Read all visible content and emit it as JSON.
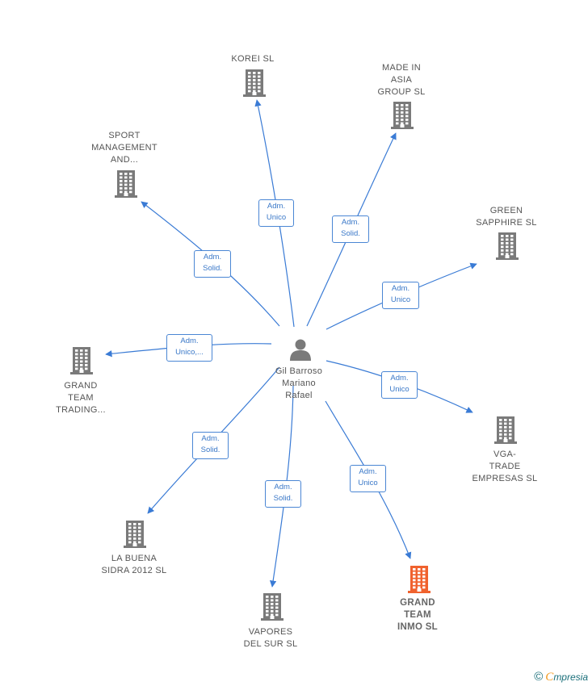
{
  "center": {
    "name_lines": [
      "Gil Barroso",
      "Mariano",
      "Rafael"
    ],
    "icon": "person-icon"
  },
  "companies": [
    {
      "id": "korei",
      "name_lines": [
        "KOREI SL"
      ],
      "icon": "building-icon",
      "highlight": false
    },
    {
      "id": "made-in-asia",
      "name_lines": [
        "MADE IN",
        "ASIA",
        "GROUP  SL"
      ],
      "icon": "building-icon",
      "highlight": false
    },
    {
      "id": "sport-management",
      "name_lines": [
        "SPORT",
        "MANAGEMENT",
        "AND..."
      ],
      "icon": "building-icon",
      "highlight": false
    },
    {
      "id": "green-sapphire",
      "name_lines": [
        "GREEN",
        "SAPPHIRE SL"
      ],
      "icon": "building-icon",
      "highlight": false
    },
    {
      "id": "grand-team-trading",
      "name_lines": [
        "GRAND",
        "TEAM",
        "TRADING..."
      ],
      "icon": "building-icon",
      "highlight": false
    },
    {
      "id": "vga-trade",
      "name_lines": [
        "VGA-",
        "TRADE",
        "EMPRESAS SL"
      ],
      "icon": "building-icon",
      "highlight": false
    },
    {
      "id": "la-buena-sidra",
      "name_lines": [
        "LA BUENA",
        "SIDRA 2012 SL"
      ],
      "icon": "building-icon",
      "highlight": false
    },
    {
      "id": "vapores-del-sur",
      "name_lines": [
        "VAPORES",
        "DEL SUR SL"
      ],
      "icon": "building-icon",
      "highlight": false
    },
    {
      "id": "grand-team-inmo",
      "name_lines": [
        "GRAND",
        "TEAM",
        "INMO  SL"
      ],
      "icon": "building-icon",
      "highlight": true
    }
  ],
  "edges": [
    {
      "to": "korei",
      "label_lines": [
        "Adm.",
        "Unico"
      ]
    },
    {
      "to": "made-in-asia",
      "label_lines": [
        "Adm.",
        "Solid."
      ]
    },
    {
      "to": "sport-management",
      "label_lines": [
        "Adm.",
        "Solid."
      ]
    },
    {
      "to": "green-sapphire",
      "label_lines": [
        "Adm.",
        "Unico"
      ]
    },
    {
      "to": "grand-team-trading",
      "label_lines": [
        "Adm.",
        "Unico,..."
      ]
    },
    {
      "to": "vga-trade",
      "label_lines": [
        "Adm.",
        "Unico"
      ]
    },
    {
      "to": "la-buena-sidra",
      "label_lines": [
        "Adm.",
        "Solid."
      ]
    },
    {
      "to": "vapores-del-sur",
      "label_lines": [
        "Adm.",
        "Solid."
      ]
    },
    {
      "to": "grand-team-inmo",
      "label_lines": [
        "Adm.",
        "Unico"
      ]
    }
  ],
  "colors": {
    "edge": "#3a7bd5",
    "building": "#7a7a7a",
    "building_highlight": "#f0622e",
    "person": "#7a7a7a"
  },
  "brand": {
    "copyright": "©",
    "initial": "C",
    "rest": "mpresia"
  }
}
